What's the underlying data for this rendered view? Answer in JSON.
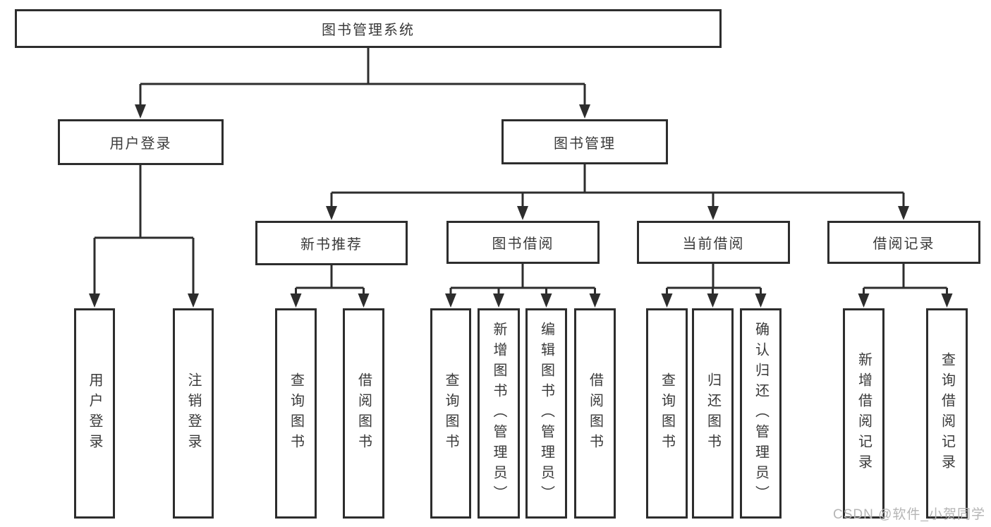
{
  "diagram": {
    "root": {
      "label": "图书管理系统",
      "children": [
        {
          "label": "用户登录",
          "children": [
            {
              "label": "用户登录"
            },
            {
              "label": "注销登录"
            }
          ]
        },
        {
          "label": "图书管理",
          "children": [
            {
              "label": "新书推荐",
              "children": [
                {
                  "label": "查询图书"
                },
                {
                  "label": "借阅图书"
                }
              ]
            },
            {
              "label": "图书借阅",
              "children": [
                {
                  "label": "查询图书"
                },
                {
                  "label": "新增图书（管理员）"
                },
                {
                  "label": "编辑图书（管理员）"
                },
                {
                  "label": "借阅图书"
                }
              ]
            },
            {
              "label": "当前借阅",
              "children": [
                {
                  "label": "查询图书"
                },
                {
                  "label": "归还图书"
                },
                {
                  "label": "确认归还（管理员）"
                }
              ]
            },
            {
              "label": "借阅记录",
              "children": [
                {
                  "label": "新增借阅记录"
                },
                {
                  "label": "查询借阅记录"
                }
              ]
            }
          ]
        }
      ]
    }
  },
  "watermark": {
    "text": "CSDN @软件_小贺同学"
  },
  "colors": {
    "line": "#2d2d2d",
    "text": "#3a3a3a",
    "watermark": "#b5b5b5",
    "background": "#ffffff"
  }
}
